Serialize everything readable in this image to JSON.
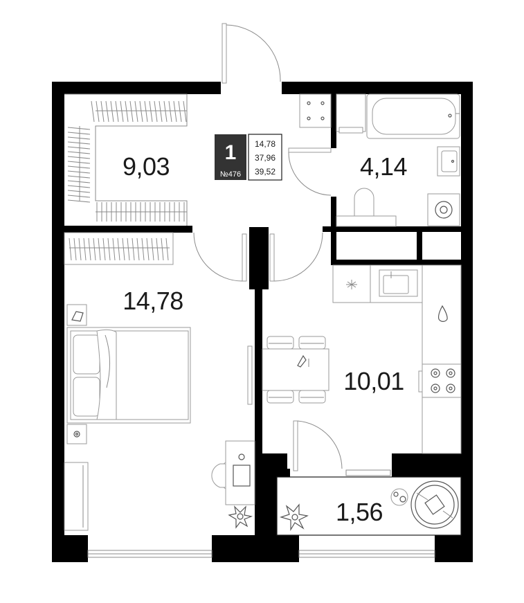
{
  "apartment": {
    "rooms_count": "1",
    "number": "№476",
    "areas": {
      "living": "14,78",
      "total_living": "37,96",
      "total": "39,52"
    }
  },
  "rooms": {
    "wardrobe": "9,03",
    "bedroom": "14,78",
    "bathroom": "4,14",
    "kitchen": "10,01",
    "balcony": "1,56"
  },
  "colors": {
    "wall": "#000000",
    "badge": "#333333",
    "line": "#1a1a1a"
  }
}
